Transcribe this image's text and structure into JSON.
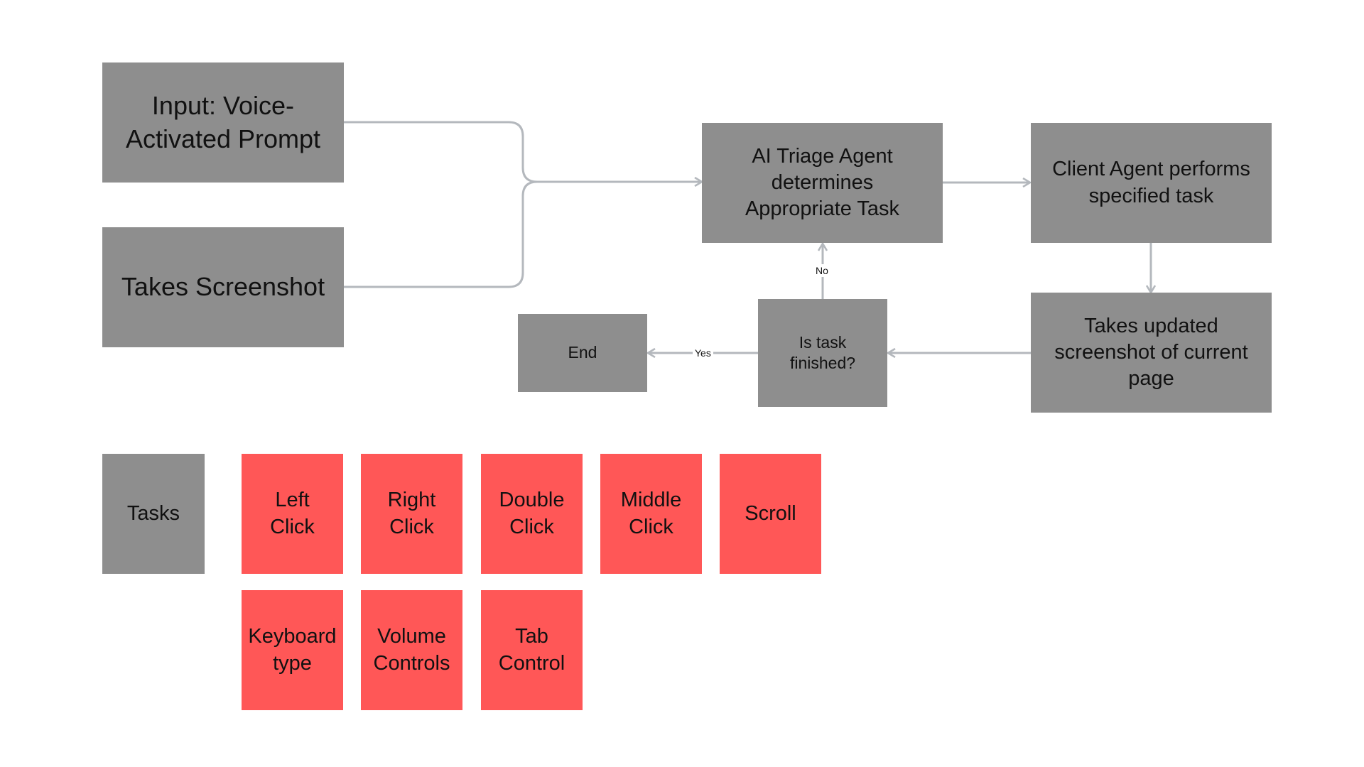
{
  "colors": {
    "gray_box": "#8e8e8e",
    "task_box": "#ff5757",
    "connector": "#b4b8bd",
    "background": "#ffffff"
  },
  "nodes": {
    "input_prompt": "Input: Voice-\nActivated Prompt",
    "takes_screenshot": "Takes Screenshot",
    "triage_agent": "AI Triage Agent\ndetermines\nAppropriate Task",
    "client_agent": "Client Agent performs\nspecified task",
    "updated_screenshot": "Takes updated\nscreenshot of current\npage",
    "is_finished": "Is task\nfinished?",
    "end": "End"
  },
  "edge_labels": {
    "no": "No",
    "yes": "Yes"
  },
  "tasks": {
    "header": "Tasks",
    "items": [
      "Left\nClick",
      "Right\nClick",
      "Double\nClick",
      "Middle\nClick",
      "Scroll",
      "Keyboard\ntype",
      "Volume\nControls",
      "Tab\nControl"
    ]
  }
}
